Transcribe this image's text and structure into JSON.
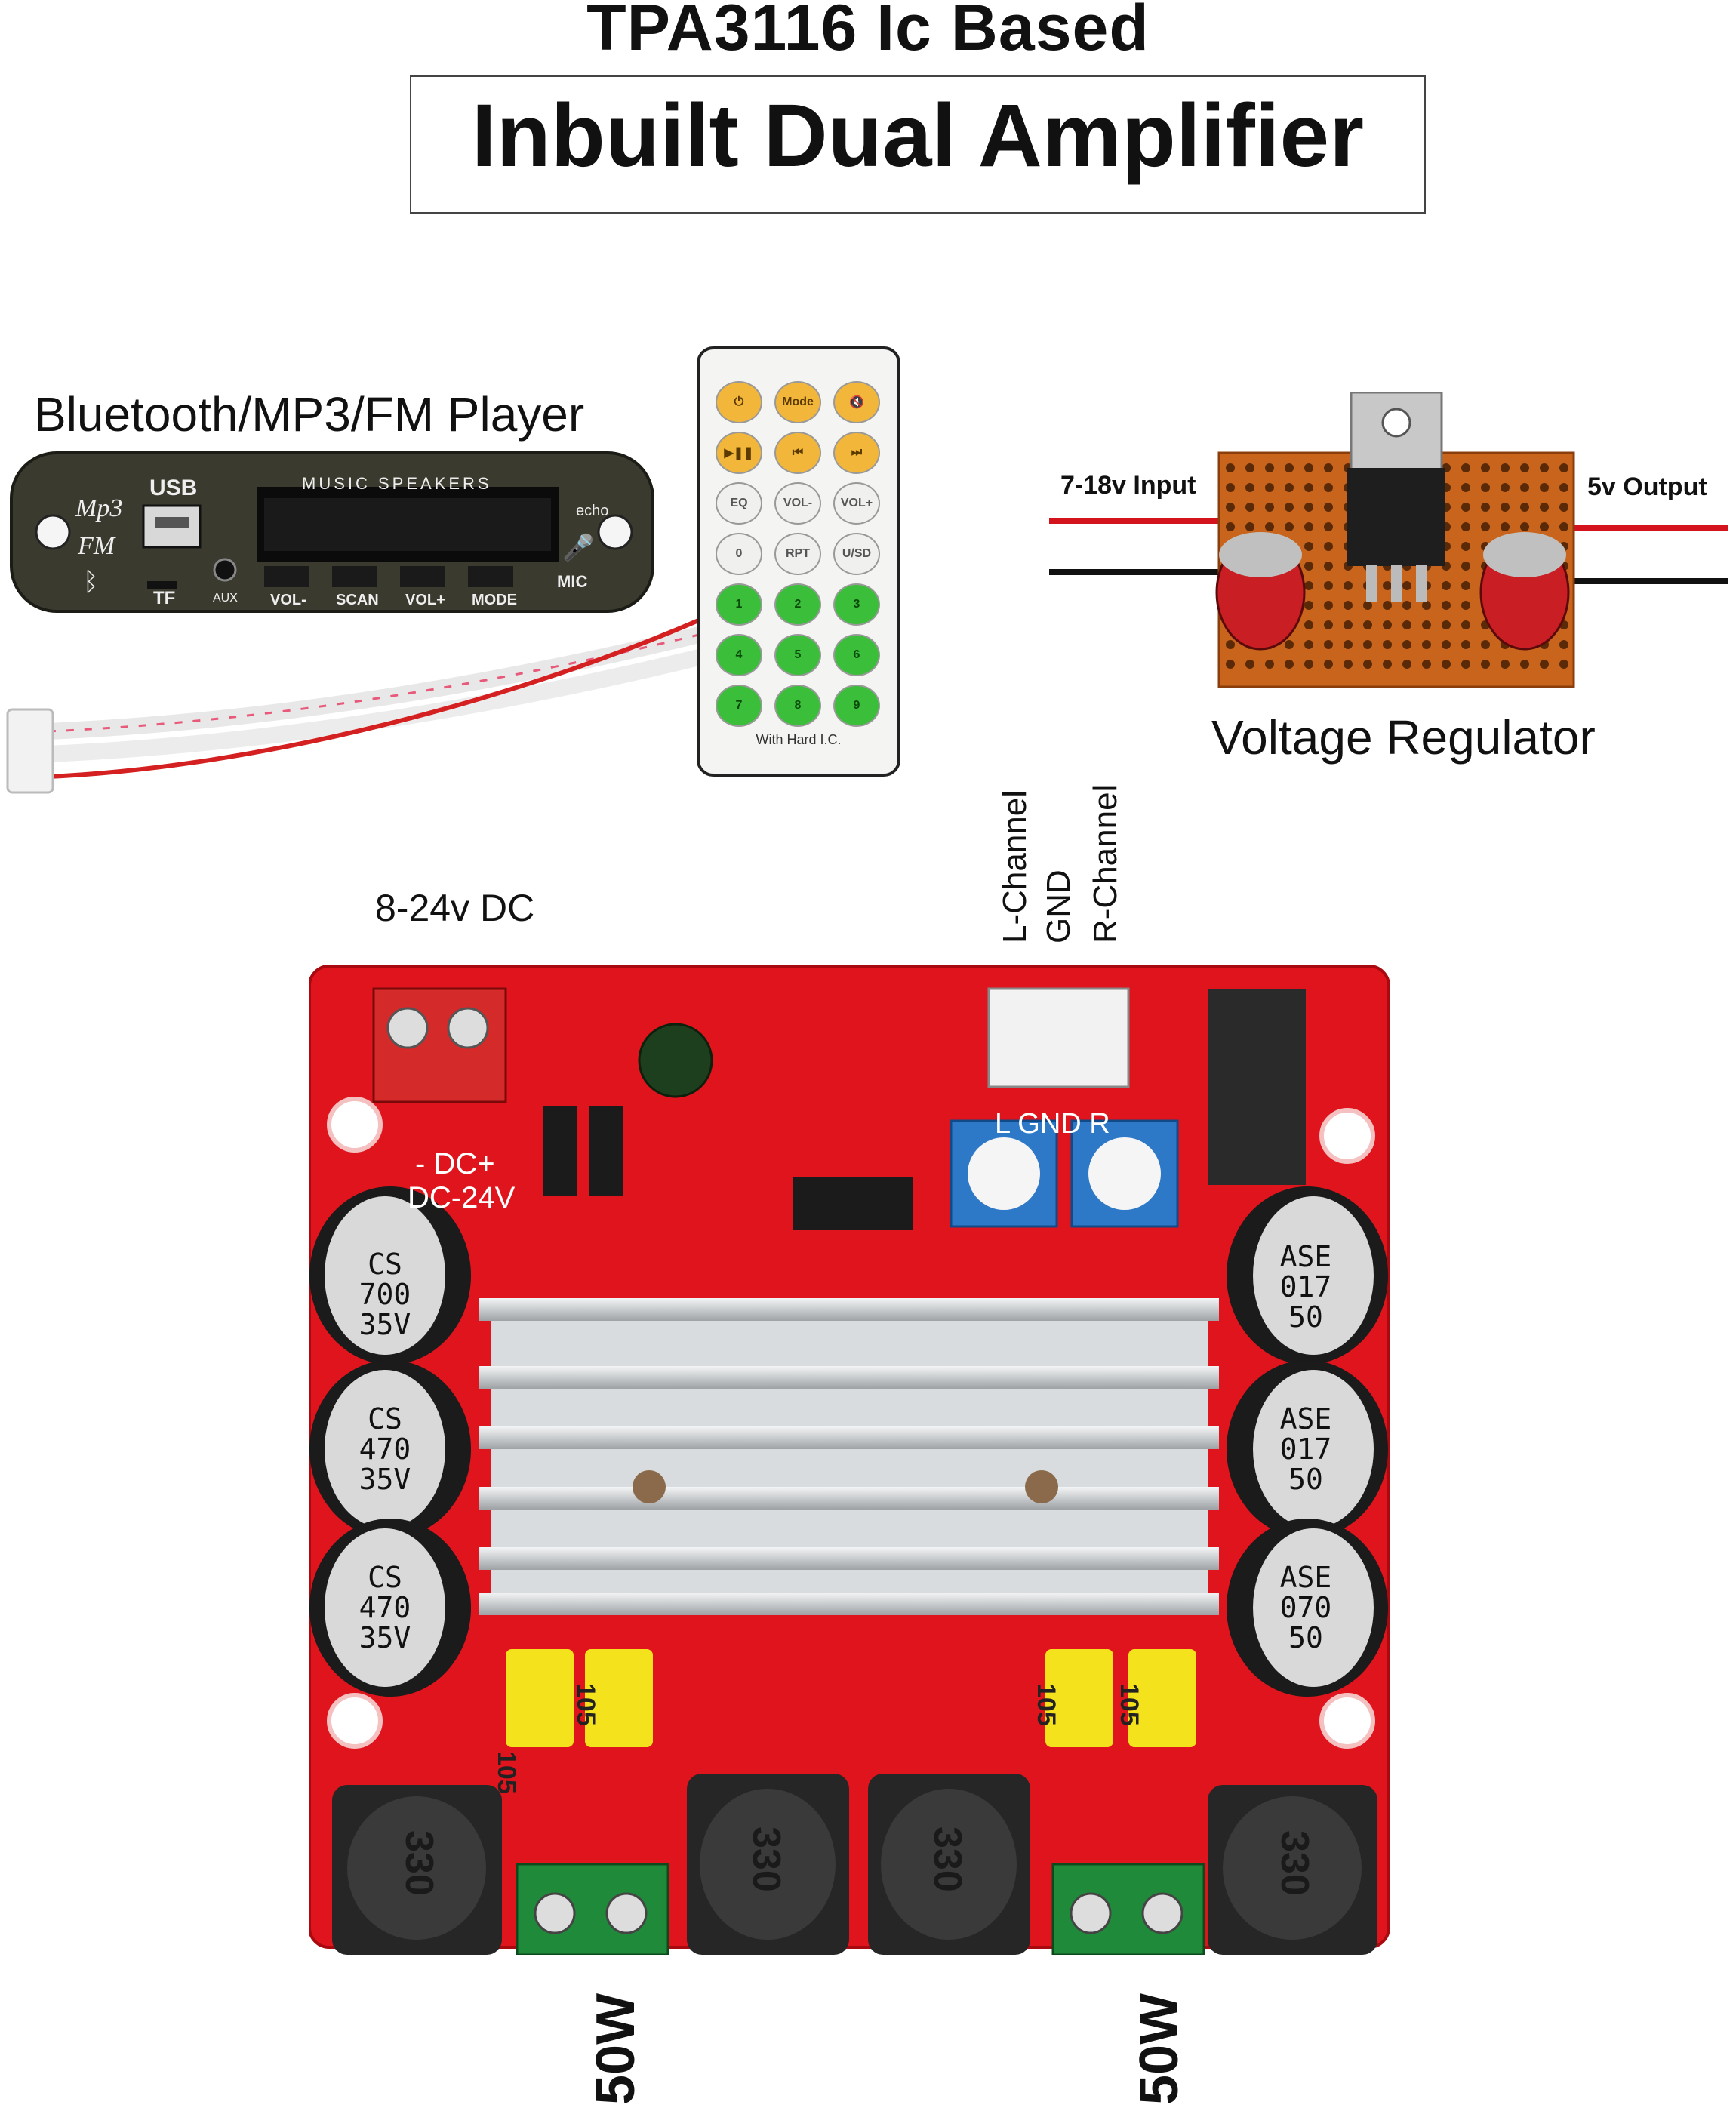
{
  "header": {
    "title_line1": "TPA3116 Ic Based",
    "title_line2": "Inbuilt Dual Amplifier"
  },
  "mp3_module": {
    "label": "Bluetooth/MP3/FM Player",
    "usb": "USB",
    "display_title": "MUSIC SPEAKERS",
    "echo": "echo",
    "mic": "MIC",
    "logo_top": "Mp3",
    "logo_bottom": "FM",
    "tf": "TF",
    "aux": "AUX",
    "buttons": [
      "VOL-",
      "SCAN",
      "VOL+",
      "MODE"
    ]
  },
  "remote": {
    "footer": "With Hard I.C.",
    "rows": [
      [
        "⏻",
        "Mode",
        "🔇"
      ],
      [
        "▶❚❚",
        "⏮",
        "⏭"
      ],
      [
        "EQ",
        "VOL-",
        "VOL+"
      ],
      [
        "0",
        "RPT",
        "U/SD"
      ],
      [
        "1",
        "2",
        "3"
      ],
      [
        "4",
        "5",
        "6"
      ],
      [
        "7",
        "8",
        "9"
      ]
    ]
  },
  "regulator": {
    "label": "Voltage Regulator",
    "input_label": "7-18v Input",
    "output_label": "5v Output"
  },
  "amplifier": {
    "power_label": "8-24v DC",
    "channels": [
      "L-Channel",
      "GND",
      "R-Channel"
    ],
    "board_dc": "- DC+",
    "board_dc_range": "DC-24V",
    "connector_print": "L GND R",
    "caps_left": [
      [
        "CS",
        "700",
        "35V"
      ],
      [
        "CS",
        "470",
        "35V"
      ],
      [
        "CS",
        "470",
        "35V"
      ]
    ],
    "caps_right": [
      [
        "ASE",
        "017",
        "50"
      ],
      [
        "ASE",
        "017",
        "50"
      ],
      [
        "ASE",
        "070",
        "50"
      ]
    ],
    "yellow_caps": [
      "105",
      "105",
      "105",
      "105"
    ],
    "inductors": [
      "330",
      "330",
      "330",
      "330"
    ],
    "output_left": "50W",
    "output_right": "50W",
    "colors": {
      "pcb": "#e0141c",
      "heatsink": "#d9dcde",
      "terminal_green": "#1f8a3a",
      "terminal_red": "#d42a2a"
    }
  }
}
